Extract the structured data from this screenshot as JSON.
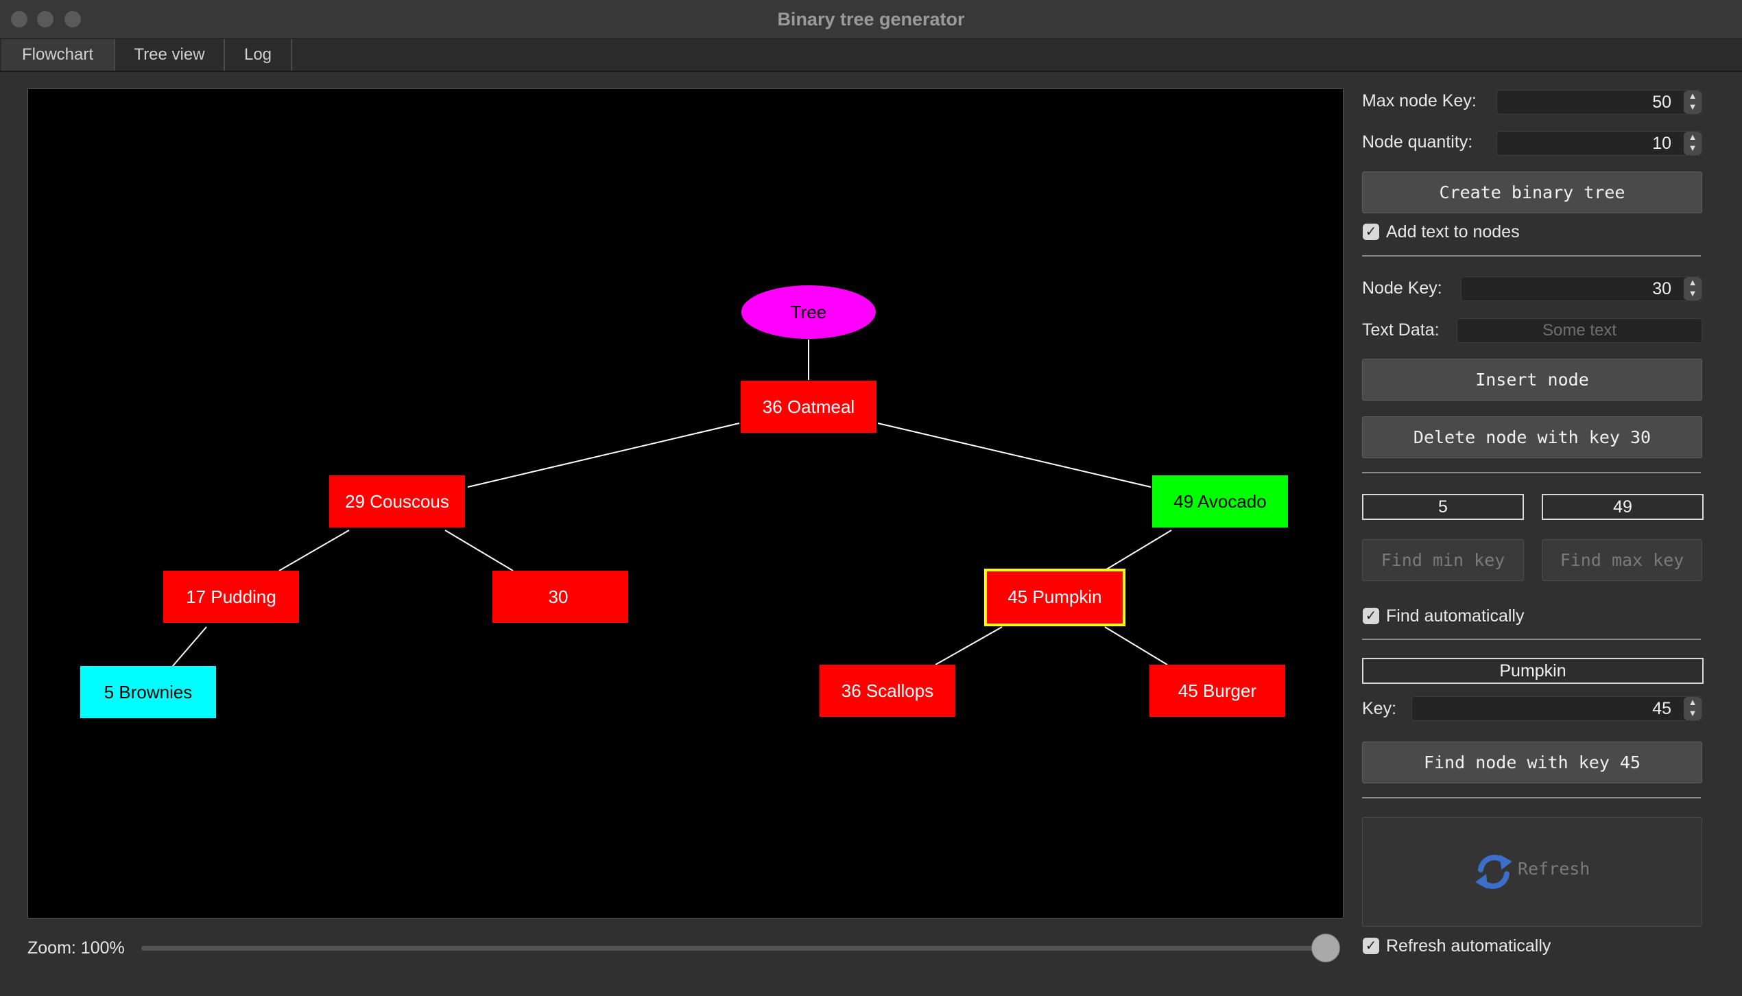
{
  "window": {
    "title": "Binary tree generator"
  },
  "tabs": [
    {
      "label": "Flowchart",
      "active": true
    },
    {
      "label": "Tree view",
      "active": false
    },
    {
      "label": "Log",
      "active": false
    }
  ],
  "tree": {
    "root_label": "Tree",
    "root_color": "#ff00ff",
    "nodes": {
      "n36": {
        "label": "36 Oatmeal",
        "color": "#ff0000"
      },
      "n29": {
        "label": "29 Couscous",
        "color": "#ff0000"
      },
      "n49": {
        "label": "49 Avocado",
        "color": "#00ff00"
      },
      "n17": {
        "label": "17 Pudding",
        "color": "#ff0000"
      },
      "n30": {
        "label": "30",
        "color": "#ff0000"
      },
      "n45p": {
        "label": "45 Pumpkin",
        "color": "#ff0000",
        "highlight": "#ffff00"
      },
      "n5": {
        "label": "5 Brownies",
        "color": "#00ffff"
      },
      "n36s": {
        "label": "36 Scallops",
        "color": "#ff0000"
      },
      "n45b": {
        "label": "45 Burger",
        "color": "#ff0000"
      }
    }
  },
  "zoom": {
    "label": "Zoom: 100%",
    "percent": 100
  },
  "controls": {
    "max_node_key_label": "Max node Key:",
    "max_node_key_value": "50",
    "node_quantity_label": "Node quantity:",
    "node_quantity_value": "10",
    "create_tree_label": "Create binary tree",
    "add_text_label": "Add text to nodes",
    "add_text_checked": true,
    "node_key_label": "Node Key:",
    "node_key_value": "30",
    "text_data_label": "Text Data:",
    "text_data_placeholder": "Some text",
    "insert_node_label": "Insert node",
    "delete_node_label": "Delete node with key 30",
    "min_key_value": "5",
    "max_key_value": "49",
    "find_min_label": "Find min key",
    "find_max_label": "Find max key",
    "find_auto_label": "Find automatically",
    "find_auto_checked": true,
    "found_text_value": "Pumpkin",
    "key_label": "Key:",
    "key_value": "45",
    "find_node_label": "Find node with key 45",
    "refresh_label": "Refresh",
    "refresh_auto_label": "Refresh automatically",
    "refresh_auto_checked": true
  },
  "colors": {
    "accent_refresh": "#3b6fc9"
  }
}
